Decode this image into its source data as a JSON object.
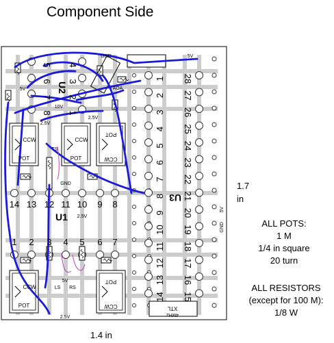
{
  "title": "Component Side",
  "dimensions": {
    "height_value": "1.7",
    "height_unit": "in",
    "width": "1.4 in"
  },
  "notes": {
    "pots": [
      "ALL POTS:",
      "1 M",
      "1/4 in square",
      "20 turn"
    ],
    "resistors": [
      "ALL RESISTORS",
      "(except for 100 M):",
      "1/8 W"
    ]
  },
  "board_labels": {
    "u1": "U1",
    "u2": "U2",
    "u3": "U3",
    "gnd": "GND",
    "v5": "5V",
    "v10": "10V",
    "v2_5": "2.5V",
    "ts": "TS",
    "ls": "LS",
    "rs": "RS",
    "aoa": "AOA",
    "xtl": "XTL",
    "xtl_freq": "4MHz",
    "pot": "POT",
    "ccw": "CCW"
  },
  "u1_pins_top": [
    "14",
    "13",
    "12",
    "11",
    "10",
    "9",
    "8"
  ],
  "u1_pins_bottom": [
    "1",
    "2",
    "3",
    "4",
    "5",
    "6",
    "7"
  ],
  "u2_pins": [
    "5",
    "6",
    "7",
    "8",
    "4",
    "3",
    "2",
    "1"
  ],
  "u3_pins_left": [
    "1",
    "2",
    "3",
    "4",
    "5",
    "6",
    "7",
    "8",
    "9",
    "10",
    "11",
    "12",
    "13",
    "14"
  ],
  "u3_pins_right": [
    "28",
    "27",
    "26",
    "25",
    "24",
    "23",
    "22",
    "21",
    "20",
    "19",
    "18",
    "17",
    "16",
    "15"
  ],
  "colors": {
    "trace": "#1a1adb",
    "jumper": "#c03cc0",
    "copper": "#cccccc",
    "outline": "#000000"
  }
}
